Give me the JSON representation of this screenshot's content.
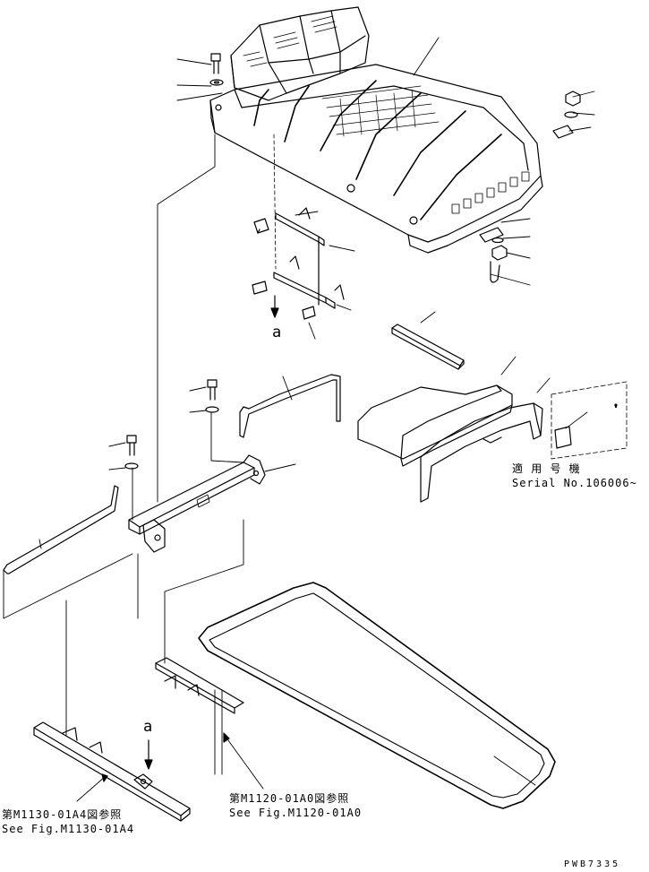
{
  "diagram": {
    "view_marker": "a",
    "applicability": {
      "jp": "適 用 号 機",
      "serial": "Serial No.106006~"
    },
    "ref_m1120": {
      "jp": "第M1120-01A0図参照",
      "en": "See Fig.M1120-01A0"
    },
    "ref_m1130": {
      "jp": "第M1130-01A4図参照",
      "en": "See Fig.M1130-01A4"
    },
    "drawing_code": "PWB7335"
  }
}
